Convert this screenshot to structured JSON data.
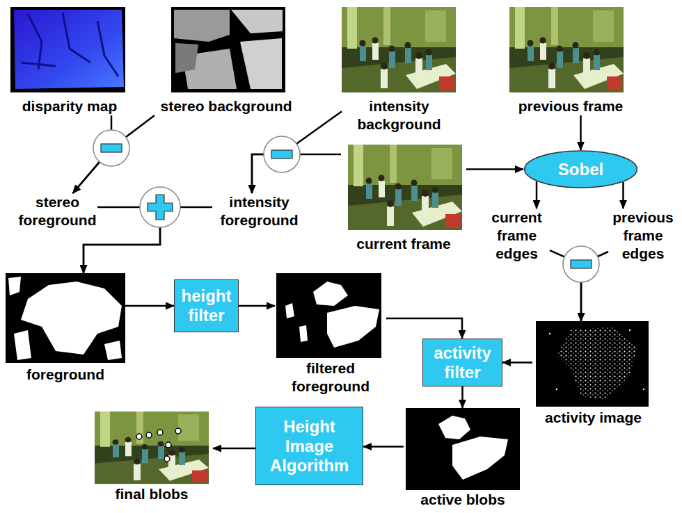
{
  "diagram": {
    "nodes": [
      {
        "text": [
          "disparity map"
        ]
      },
      {
        "text": [
          "stereo background"
        ]
      },
      {
        "text": [
          "intensity background"
        ]
      },
      {
        "text": [
          "previous frame"
        ]
      },
      {
        "text": [
          "stereo foreground"
        ]
      },
      {
        "text": [
          "intensity foreground"
        ]
      },
      {
        "text": [
          "current frame"
        ]
      },
      {
        "text": [
          "Sobel"
        ]
      },
      {
        "text": [
          "current frame edges"
        ]
      },
      {
        "text": [
          "previous frame edges"
        ]
      },
      {
        "text": [
          "foreground"
        ]
      },
      {
        "text": [
          "height filter"
        ]
      },
      {
        "text": [
          "filtered foreground"
        ]
      },
      {
        "text": [
          "activity filter"
        ]
      },
      {
        "text": [
          "activity image"
        ]
      },
      {
        "text": [
          "active blobs"
        ]
      },
      {
        "text": [
          "Height Image Algorithm"
        ]
      },
      {
        "text": [
          "final blobs"
        ]
      }
    ],
    "edges": [
      {
        "from": 0,
        "to": 4,
        "arrow": "to"
      },
      {
        "from": 1,
        "to": 4,
        "arrow": "to"
      },
      {
        "from": 2,
        "to": 5,
        "arrow": "to"
      },
      {
        "from": 6,
        "to": 5,
        "arrow": "to"
      },
      {
        "from": 4,
        "to": 10,
        "arrow": "to"
      },
      {
        "from": 5,
        "to": 10,
        "arrow": "to"
      },
      {
        "from": 6,
        "to": 7,
        "arrow": "to"
      },
      {
        "from": 3,
        "to": 7,
        "arrow": "to"
      },
      {
        "from": 7,
        "to": 8,
        "arrow": "to"
      },
      {
        "from": 7,
        "to": 9,
        "arrow": "to"
      },
      {
        "from": 8,
        "to": 14,
        "arrow": "to"
      },
      {
        "from": 9,
        "to": 14,
        "arrow": "to"
      },
      {
        "from": 10,
        "to": 11,
        "arrow": "to"
      },
      {
        "from": 11,
        "to": 12,
        "arrow": "to"
      },
      {
        "from": 12,
        "to": 13,
        "arrow": "to"
      },
      {
        "from": 14,
        "to": 13,
        "arrow": "to"
      },
      {
        "from": 13,
        "to": 15,
        "arrow": "to"
      },
      {
        "from": 15,
        "to": 16,
        "arrow": "to"
      },
      {
        "from": 16,
        "to": 17,
        "arrow": "to"
      }
    ]
  }
}
